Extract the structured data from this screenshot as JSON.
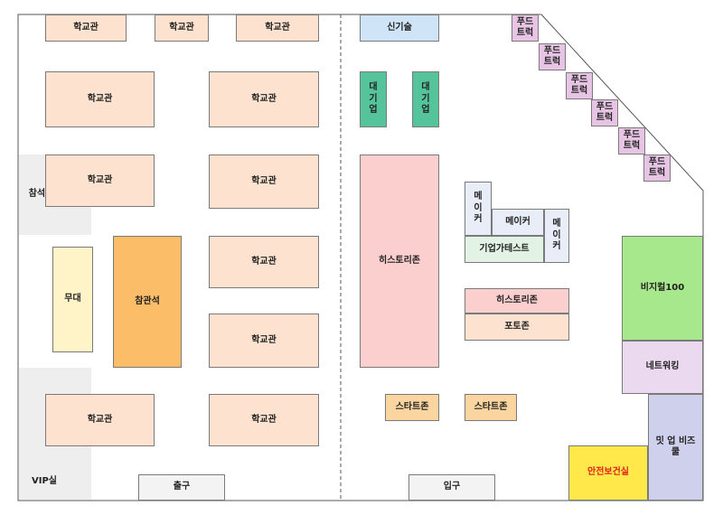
{
  "labels": {
    "school": "학교관",
    "waiting_room": "참석자 대기실",
    "stage": "무대",
    "audience": "참관석",
    "vip": "VIP실",
    "exit": "출구",
    "entrance": "입구",
    "new_tech": "신기술",
    "corporation": "대기업",
    "food_truck": "푸드 트럭",
    "history_zone": "히스토리존",
    "maker": "메이커",
    "corp_test": "기업가테스트",
    "photo_zone": "포토존",
    "startup_zone": "스타트존",
    "visual": "비지컬100",
    "networking": "네트워킹",
    "meetup": "밋 업 비즈쿨",
    "safety": "안전보건실"
  },
  "colors": {
    "school": "#fde3cf",
    "audience": "#fbbd68",
    "stage": "#fff4c8",
    "new_tech": "#cfe4f7",
    "corporation": "#56c49a",
    "food_truck": "#e7c3e4",
    "history_zone": "#fccfcf",
    "maker": "#e8edf8",
    "visual": "#a6e88b",
    "networking": "#ead9ef",
    "meetup": "#cfd0ec",
    "safety": "#ffe84a",
    "safety_text": "#e0221b"
  }
}
